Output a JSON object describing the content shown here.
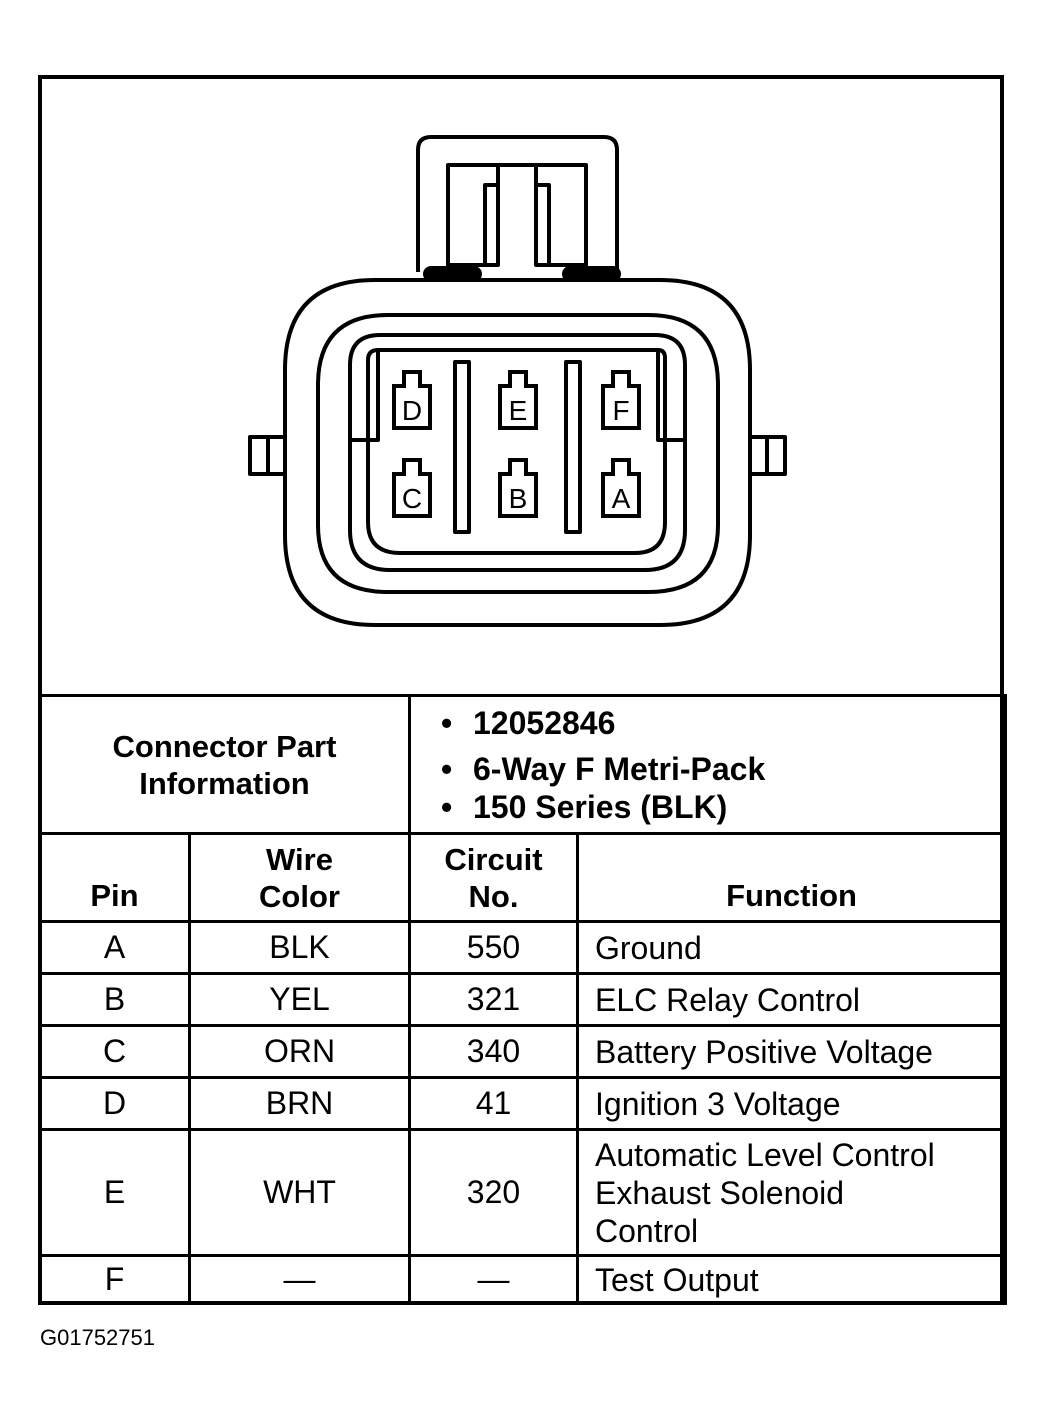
{
  "connector_info": {
    "label": "Connector Part Information",
    "part_number": "12052846",
    "description_line1": "6-Way F Metri-Pack",
    "description_line2": "150 Series (BLK)"
  },
  "pin_face": {
    "top_row": [
      "D",
      "E",
      "F"
    ],
    "bottom_row": [
      "C",
      "B",
      "A"
    ]
  },
  "table": {
    "headers": {
      "pin": "Pin",
      "wire_color_1": "Wire",
      "wire_color_2": "Color",
      "circuit_1": "Circuit",
      "circuit_2": "No.",
      "function": "Function"
    },
    "rows": [
      {
        "pin": "A",
        "wire": "BLK",
        "circuit": "550",
        "function": [
          "Ground"
        ]
      },
      {
        "pin": "B",
        "wire": "YEL",
        "circuit": "321",
        "function": [
          "ELC Relay Control"
        ]
      },
      {
        "pin": "C",
        "wire": "ORN",
        "circuit": "340",
        "function": [
          "Battery Positive Voltage"
        ]
      },
      {
        "pin": "D",
        "wire": "BRN",
        "circuit": "41",
        "function": [
          "Ignition 3 Voltage"
        ]
      },
      {
        "pin": "E",
        "wire": "WHT",
        "circuit": "320",
        "function": [
          "Automatic Level Control",
          "Exhaust Solenoid",
          "Control"
        ]
      },
      {
        "pin": "F",
        "wire": "—",
        "circuit": "—",
        "function": [
          "Test Output"
        ]
      }
    ]
  },
  "figure_id": "G01752751"
}
